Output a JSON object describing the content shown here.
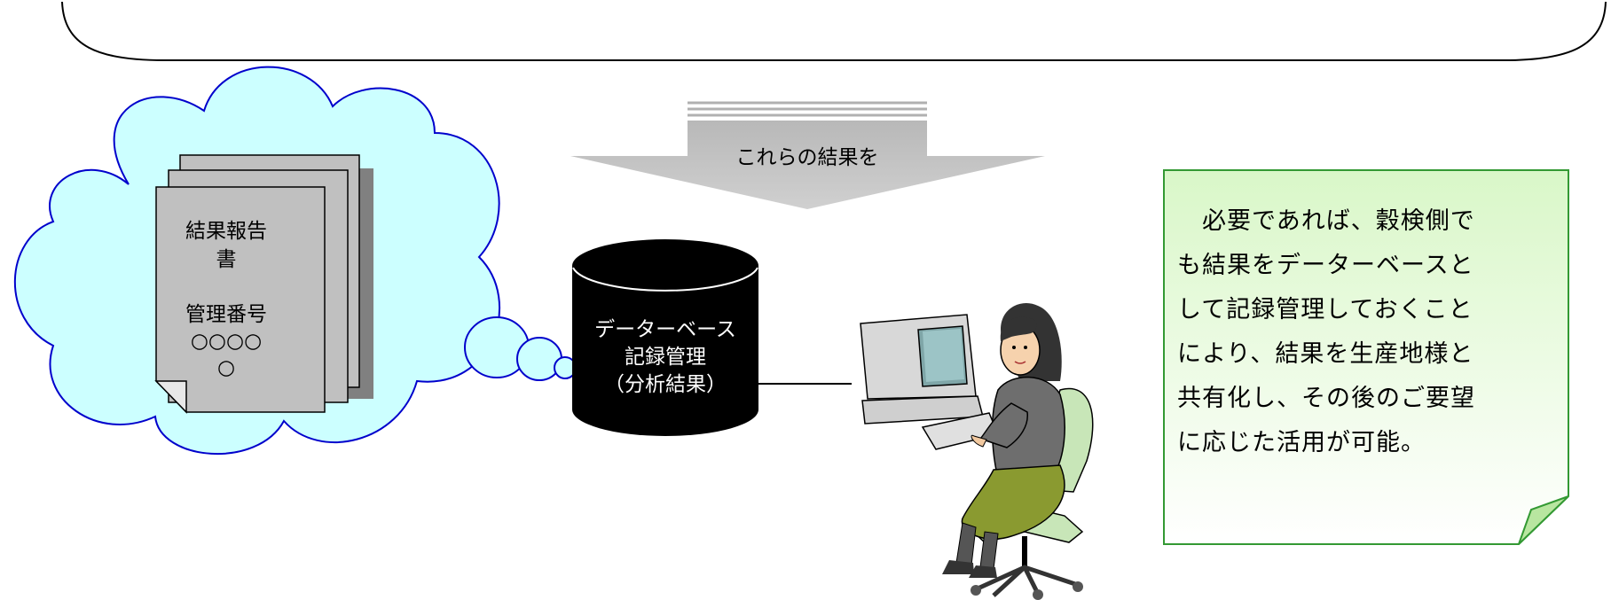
{
  "report": {
    "title_lines": [
      "結果報告",
      "書"
    ],
    "mgmt_label": "管理番号",
    "circles_line1": "○○○○",
    "circles_line2": "○"
  },
  "arrow": {
    "label": "これらの結果を"
  },
  "database": {
    "lines": [
      "データーベース",
      "記録管理",
      "（分析結果）"
    ]
  },
  "note": {
    "lines": [
      "　必要であれば、穀検側で",
      "も結果をデーターベースと",
      "して記録管理しておくこと",
      "により、結果を生産地様と",
      "共有化し、その後のご要望",
      "に応じた活用が可能。"
    ]
  },
  "colors": {
    "cloud_fill": "#ccffff",
    "cloud_stroke": "#0000cc",
    "page_fill": "#c0c0c0",
    "arrow_fill": "#c0c0c0",
    "db_fill": "#000000",
    "note_fill": "#e8ffd8",
    "note_stroke": "#339933"
  }
}
